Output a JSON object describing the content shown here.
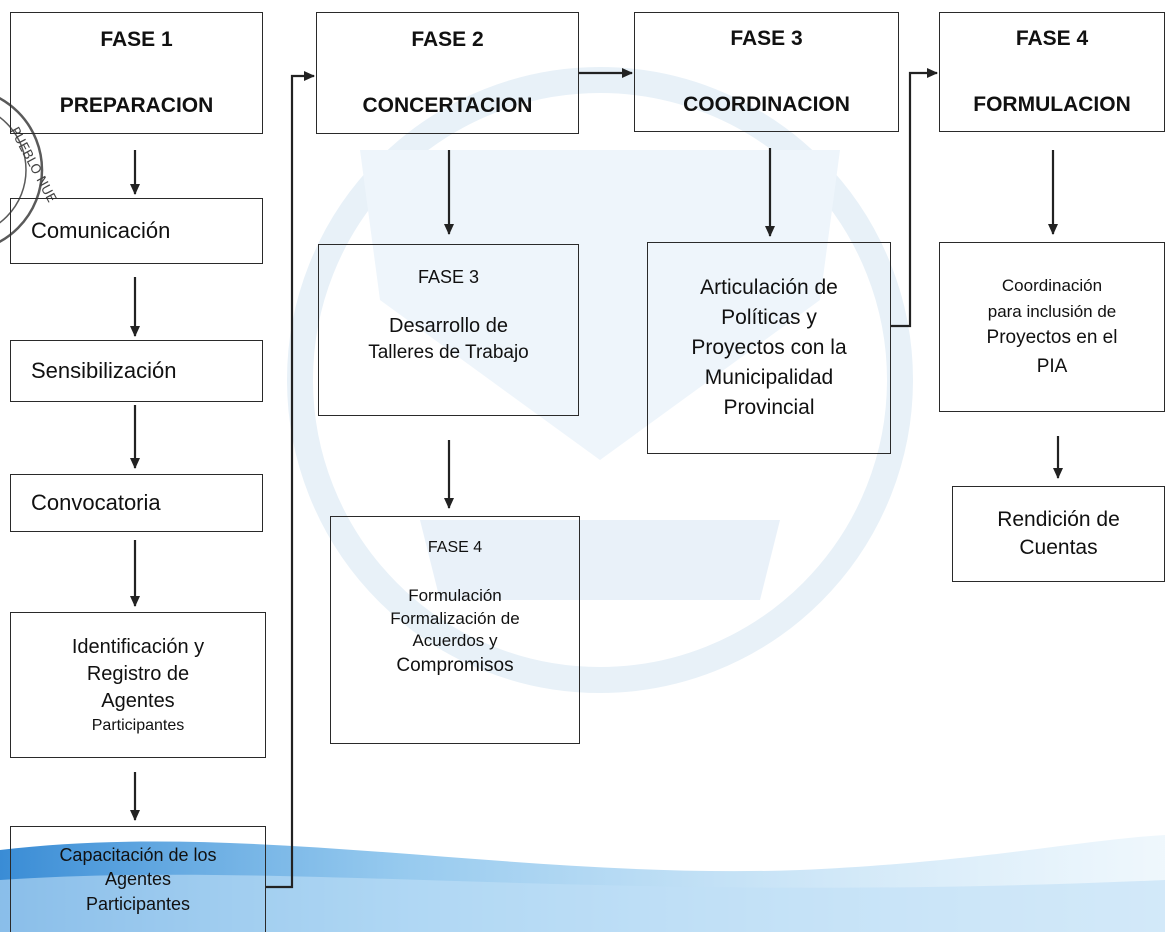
{
  "phase_headers": [
    {
      "phase": "FASE 1",
      "name": "PREPARACION"
    },
    {
      "phase": "FASE 2",
      "name": "CONCERTACION"
    },
    {
      "phase": "FASE 3",
      "name": "COORDINACION"
    },
    {
      "phase": "FASE 4",
      "name": "FORMULACION"
    }
  ],
  "fase1_steps": [
    "Comunicación",
    "Sensibilización",
    "Convocatoria",
    [
      "Identificación y",
      "Registro de",
      "Agentes",
      "Participantes"
    ],
    [
      "Capacitación de los",
      "Agentes",
      "Participantes"
    ]
  ],
  "fase2_steps": [
    {
      "title": "FASE 3",
      "lines": [
        "Desarrollo de",
        "Talleres de Trabajo"
      ]
    },
    {
      "title": "FASE 4",
      "lines": [
        "Formulación",
        "Formalización de",
        "Acuerdos y",
        "Compromisos"
      ]
    }
  ],
  "fase3_step": [
    "Articulación de",
    "Políticas y",
    "Proyectos con la",
    "Municipalidad",
    "Provincial"
  ],
  "fase4_steps": [
    [
      "Coordinación",
      "para inclusión de",
      "Proyectos en el",
      "PIA"
    ],
    [
      "Rendición de",
      "Cuentas"
    ]
  ],
  "seal_text": "PUEBLO NUE",
  "colors": {
    "stroke": "#2a2a2a",
    "watermark": "#eaf3fa",
    "wave": "#3f93d8"
  }
}
